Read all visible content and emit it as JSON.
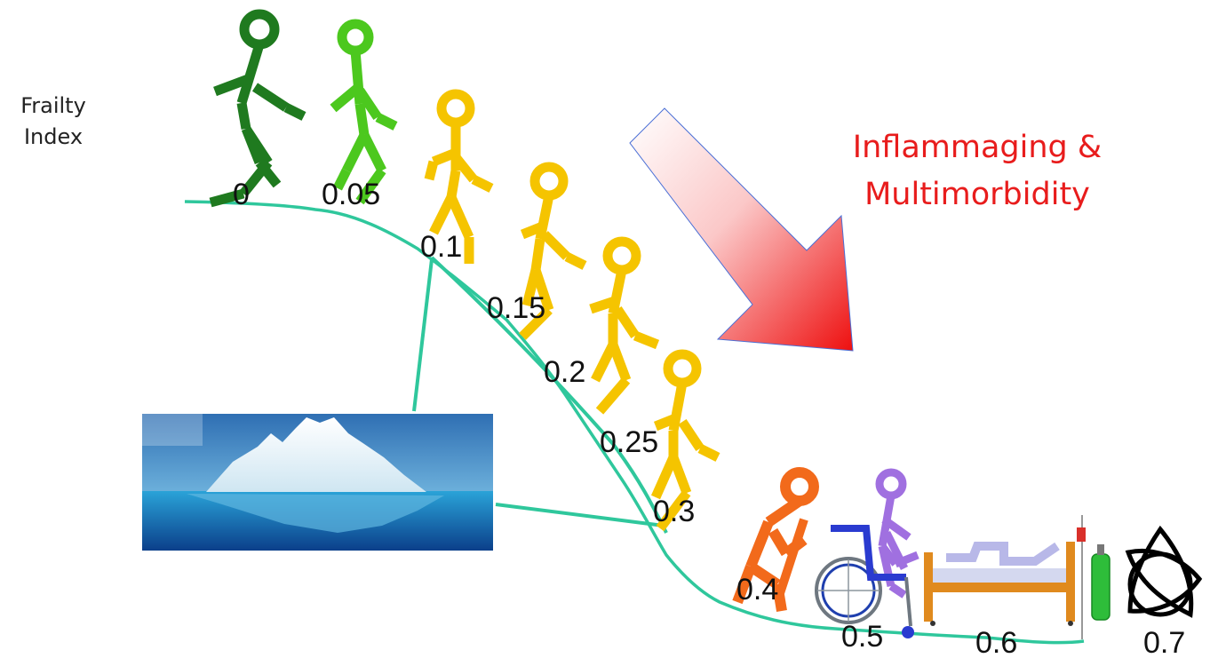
{
  "side_label": {
    "line1": "Frailty",
    "line2": "Index"
  },
  "headline": {
    "line1": "Inflammaging &",
    "line2": "Multimorbidity",
    "color": "#e81c1c"
  },
  "scale": [
    {
      "value": "0",
      "figure_color": "#1f7a1f"
    },
    {
      "value": "0.05",
      "figure_color": "#4cc81e"
    },
    {
      "value": "0.1",
      "figure_color": "#f5c400"
    },
    {
      "value": "0.15",
      "figure_color": "#f5c400"
    },
    {
      "value": "0.2",
      "figure_color": "#f5c400"
    },
    {
      "value": "0.25",
      "figure_color": "#f5c400"
    },
    {
      "value": "0.3",
      "figure_color": "#f5c400"
    },
    {
      "value": "0.4",
      "figure_color": "#f26a1b"
    },
    {
      "value": "0.5",
      "figure_color": "#a070e0"
    },
    {
      "value": "0.6",
      "figure_color": "#b8b8e8"
    },
    {
      "value": "0.7",
      "figure_color": "#000000"
    }
  ],
  "colors": {
    "curve": "#2fc79c",
    "arrow_top": "#ffffff",
    "arrow_bottom": "#ee0f0f",
    "arrow_outline": "#4a6fd6"
  },
  "icons": {
    "walkers": "stick-figure-icon",
    "cane": "cane-icon",
    "wheelchair": "wheelchair-icon",
    "bed": "hospital-bed-icon",
    "oxygen": "oxygen-tank-icon",
    "end": "triquetra-icon",
    "iceberg": "iceberg-image"
  }
}
